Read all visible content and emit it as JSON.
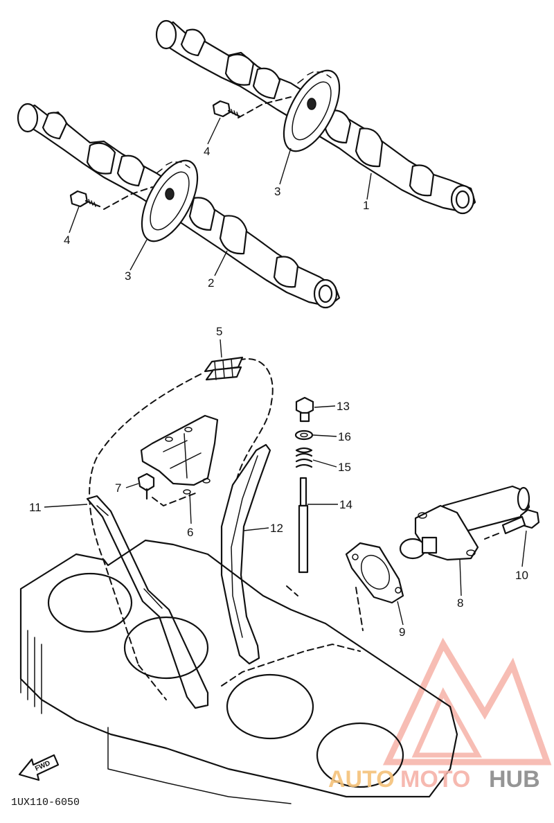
{
  "callouts": [
    {
      "id": "1",
      "label": "1"
    },
    {
      "id": "2",
      "label": "2"
    },
    {
      "id": "3a",
      "label": "3"
    },
    {
      "id": "3b",
      "label": "3"
    },
    {
      "id": "4a",
      "label": "4"
    },
    {
      "id": "4b",
      "label": "4"
    },
    {
      "id": "5",
      "label": "5"
    },
    {
      "id": "6",
      "label": "6"
    },
    {
      "id": "7",
      "label": "7"
    },
    {
      "id": "8",
      "label": "8"
    },
    {
      "id": "9",
      "label": "9"
    },
    {
      "id": "10",
      "label": "10"
    },
    {
      "id": "11",
      "label": "11"
    },
    {
      "id": "12",
      "label": "12"
    },
    {
      "id": "13",
      "label": "13"
    },
    {
      "id": "14",
      "label": "14"
    },
    {
      "id": "15",
      "label": "15"
    },
    {
      "id": "16",
      "label": "16"
    }
  ],
  "fwd_label": "FWD",
  "drawing_code": "1UX110-6050",
  "watermark": {
    "part1": "AUTO",
    "part2": "MOTO",
    "part3": "HUB",
    "color_red": "#f6b2a8",
    "color_orange": "#f5c27a",
    "color_gray": "#8a8a8a"
  }
}
